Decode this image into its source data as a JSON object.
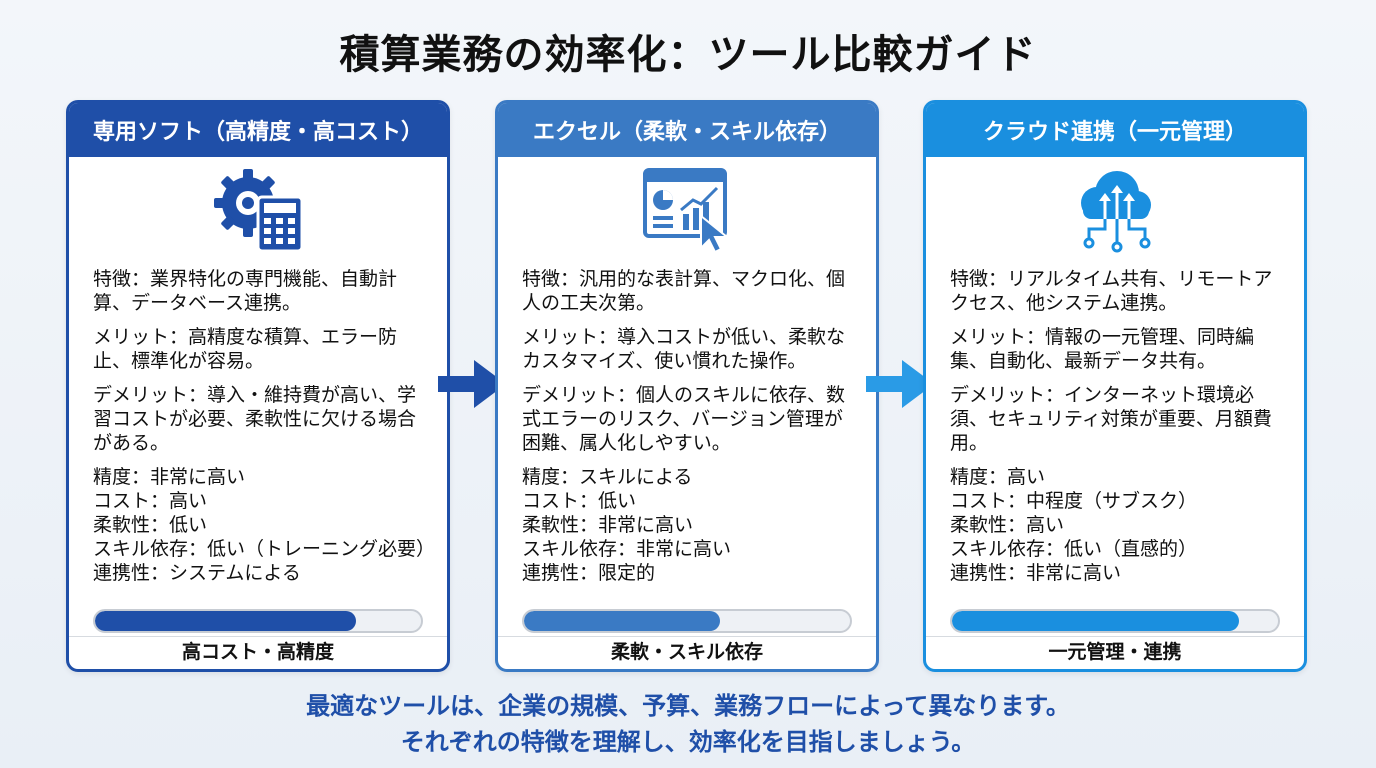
{
  "title": "積算業務の効率化：ツール比較ガイド",
  "colors": {
    "card1": "#1f4fa8",
    "card2": "#3a7ac4",
    "card3": "#1a8fdf",
    "arrow1": "#1f4fa8",
    "arrow2": "#2a9be6",
    "footer": "#1f4fa8"
  },
  "cards": [
    {
      "header": "専用ソフト（高精度・高コスト）",
      "icon": "gear-calculator-icon",
      "features": "特徴：業界特化の専門機能、自動計算、データベース連携。",
      "merits": "メリット：高精度な積算、エラー防止、標準化が容易。",
      "demerits": "デメリット：導入・維持費が高い、学習コストが必要、柔軟性に欠ける場合がある。",
      "stats": [
        "精度：非常に高い",
        "コスト：高い",
        "柔軟性：低い",
        "スキル依存：低い（トレーニング必要）",
        "連携性：システムによる"
      ],
      "bar_level": 0.8,
      "bar_caption": "高コスト・高精度"
    },
    {
      "header": "エクセル（柔軟・スキル依存）",
      "icon": "spreadsheet-chart-icon",
      "features": "特徴：汎用的な表計算、マクロ化、個人の工夫次第。",
      "merits": "メリット：導入コストが低い、柔軟なカスタマイズ、使い慣れた操作。",
      "demerits": "デメリット：個人のスキルに依存、数式エラーのリスク、バージョン管理が困難、属人化しやすい。",
      "stats": [
        "精度：スキルによる",
        "コスト：低い",
        "柔軟性：非常に高い",
        "スキル依存：非常に高い",
        "連携性：限定的"
      ],
      "bar_level": 0.6,
      "bar_caption": "柔軟・スキル依存"
    },
    {
      "header": "クラウド連携（一元管理）",
      "icon": "cloud-network-icon",
      "features": "特徴：リアルタイム共有、リモートアクセス、他システム連携。",
      "merits": "メリット：情報の一元管理、同時編集、自動化、最新データ共有。",
      "demerits": "デメリット：インターネット環境必須、セキュリティ対策が重要、月額費用。",
      "stats": [
        "精度：高い",
        "コスト：中程度（サブスク）",
        "柔軟性：高い",
        "スキル依存：低い（直感的）",
        "連携性：非常に高い"
      ],
      "bar_level": 0.88,
      "bar_caption": "一元管理・連携"
    }
  ],
  "footer": {
    "line1": "最適なツールは、企業の規模、予算、業務フローによって異なります。",
    "line2": "それぞれの特徴を理解し、効率化を目指しましょう。"
  }
}
